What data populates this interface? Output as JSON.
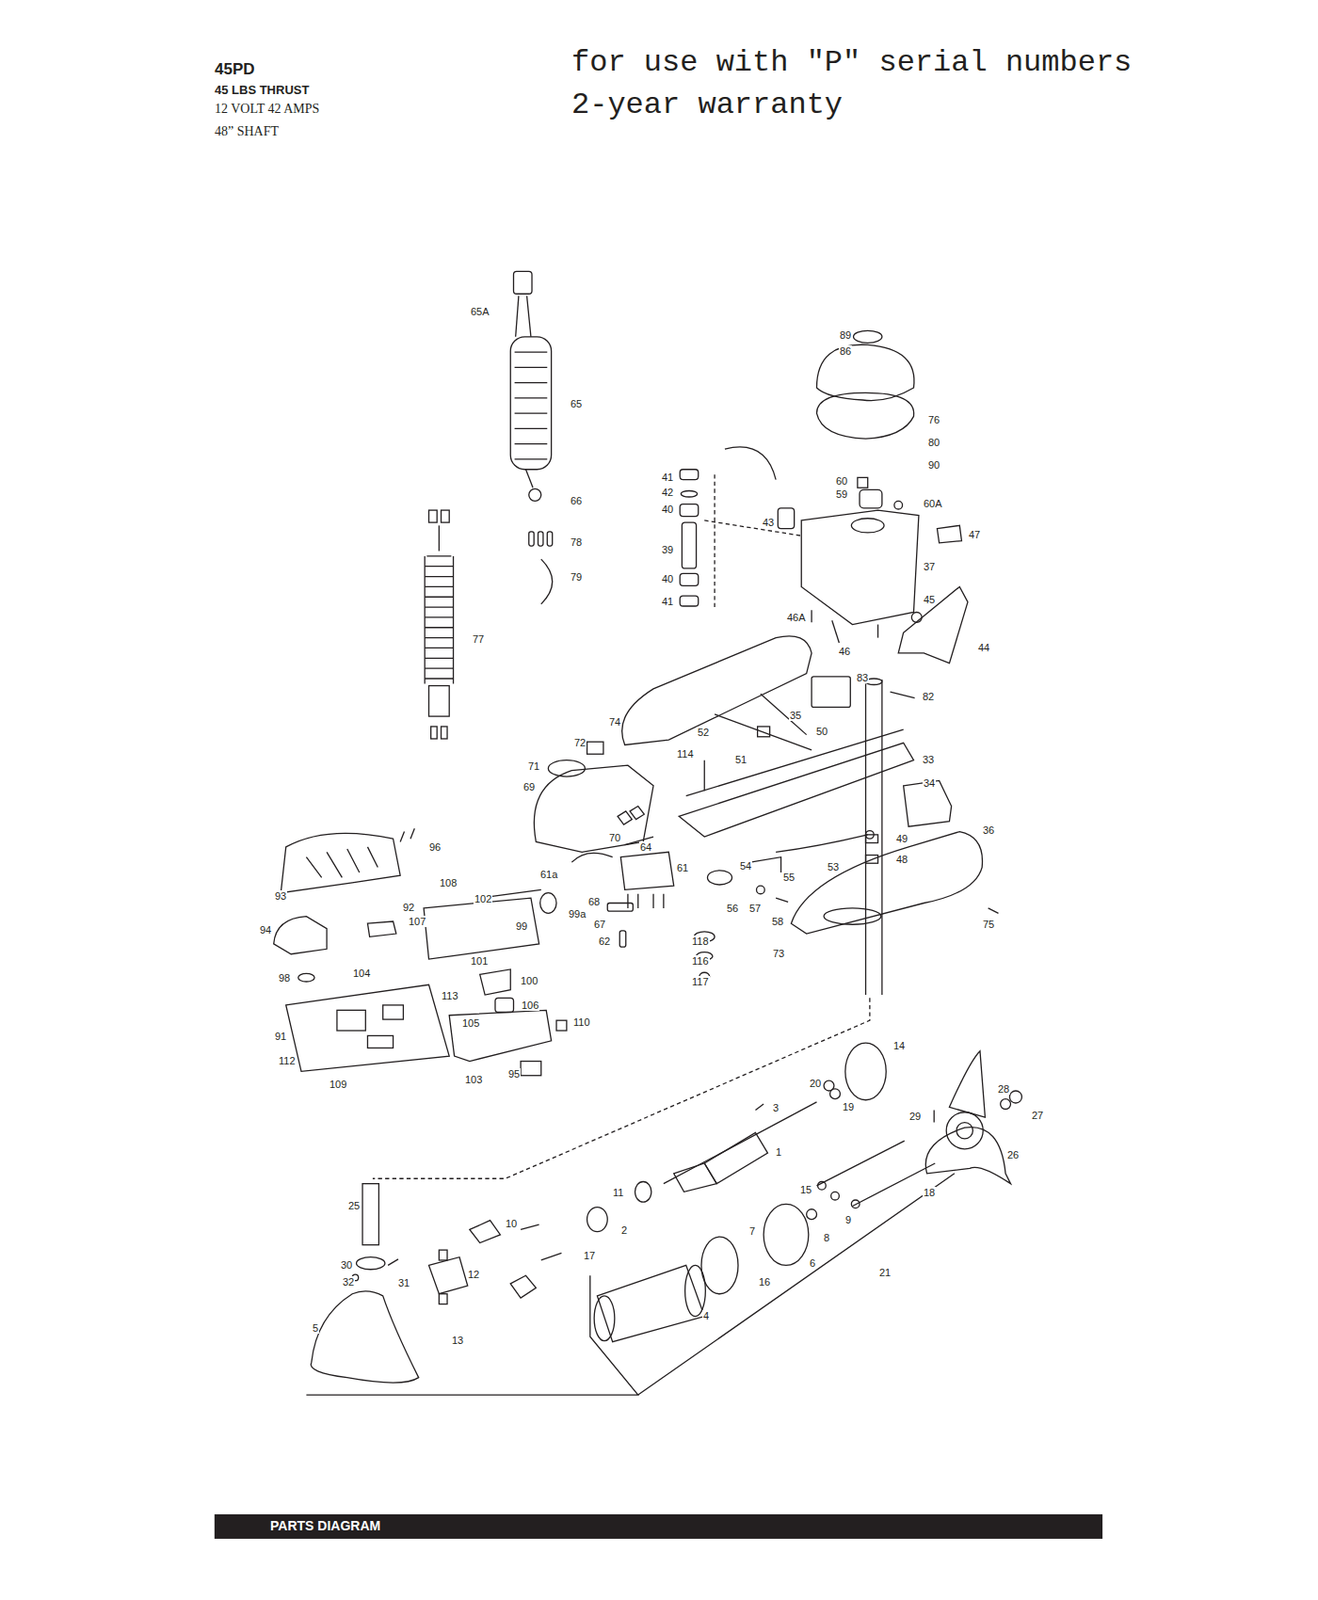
{
  "diagram": {
    "title": "45PD",
    "labels": [
      "45 LBS THRUST",
      "12 VOLT 42 AMPS",
      "48” SHAFT",
      "for use with \"P\" serial numbers",
      "2-year warranty",
      "65A",
      "65",
      "66",
      "78",
      "79",
      "77",
      "89",
      "86",
      "76",
      "80",
      "90",
      "41",
      "42",
      "40",
      "39",
      "40",
      "41",
      "43",
      "60",
      "59",
      "60A",
      "47",
      "37",
      "45",
      "46A",
      "46",
      "44",
      "83",
      "82",
      "35",
      "50",
      "74",
      "52",
      "72",
      "51",
      "114",
      "33",
      "71",
      "69",
      "34",
      "36",
      "70",
      "64",
      "49",
      "61",
      "53",
      "48",
      "54",
      "55",
      "61a",
      "96",
      "108",
      "102",
      "93",
      "92",
      "107",
      "56",
      "57",
      "68",
      "99a",
      "99",
      "58",
      "94",
      "67",
      "75",
      "62",
      "118",
      "73",
      "116",
      "101",
      "117",
      "104",
      "98",
      "100",
      "113",
      "106",
      "105",
      "110",
      "14",
      "91",
      "112",
      "109",
      "103",
      "95",
      "28",
      "20",
      "19",
      "27",
      "3",
      "29",
      "1",
      "26",
      "15",
      "11",
      "18",
      "9",
      "10",
      "8",
      "7",
      "2",
      "17",
      "6",
      "25",
      "30",
      "12",
      "21",
      "32",
      "31",
      "16",
      "4",
      "5",
      "13",
      "PARTS DIAGRAM"
    ]
  }
}
